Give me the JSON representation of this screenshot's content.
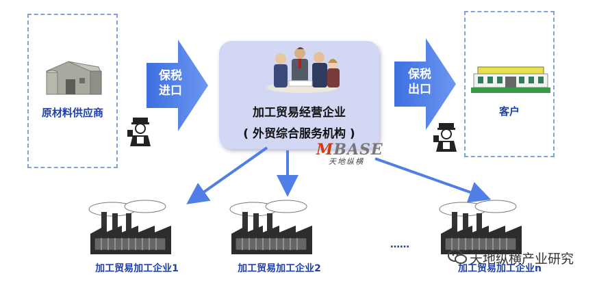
{
  "supplier": {
    "label": "原材料供应商",
    "icon": "warehouse-icon"
  },
  "import_arrow": {
    "line1": "保税",
    "line2": "进口"
  },
  "export_arrow": {
    "line1": "保税",
    "line2": "出口"
  },
  "center": {
    "title": "加工贸易经营企业",
    "subtitle": "( 外贸综合服务机构 )",
    "icon": "business-meeting-icon"
  },
  "customer": {
    "label": "客户",
    "icon": "building-icon"
  },
  "logo": {
    "main": "MBASE",
    "sub": "天地纵横"
  },
  "factories": [
    {
      "label": "加工贸易加工企业1"
    },
    {
      "label": "加工贸易加工企业2"
    },
    {
      "label": "加工贸易加工企业n"
    }
  ],
  "ellipsis": "……",
  "watermark": {
    "text": "天地纵横产业研究",
    "icon": "wechat-icon"
  },
  "colors": {
    "arrow": "#4f7ee6",
    "label": "#1b3fae",
    "box": "#d2d7f3",
    "border": "#7fa3d6"
  }
}
